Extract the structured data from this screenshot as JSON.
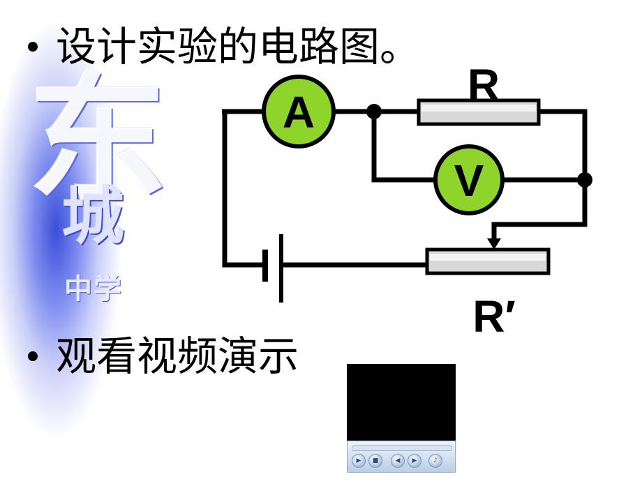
{
  "slide": {
    "bullets": [
      {
        "text": "设计实验的电路图。"
      },
      {
        "text": "观看视频演示"
      }
    ],
    "watermark": {
      "line1": "东",
      "line2": "城",
      "line3": "中学"
    }
  },
  "circuit": {
    "ammeter_label": "A",
    "voltmeter_label": "V",
    "resistor_label": "R",
    "rheostat_label": "R′",
    "meter_fill_color": "#8fd42a",
    "resistor_fill_color": "#d8d8d8"
  },
  "media_player": {
    "icons": [
      "play-icon",
      "stop-icon",
      "previous-icon",
      "next-icon",
      "mute-icon"
    ]
  }
}
